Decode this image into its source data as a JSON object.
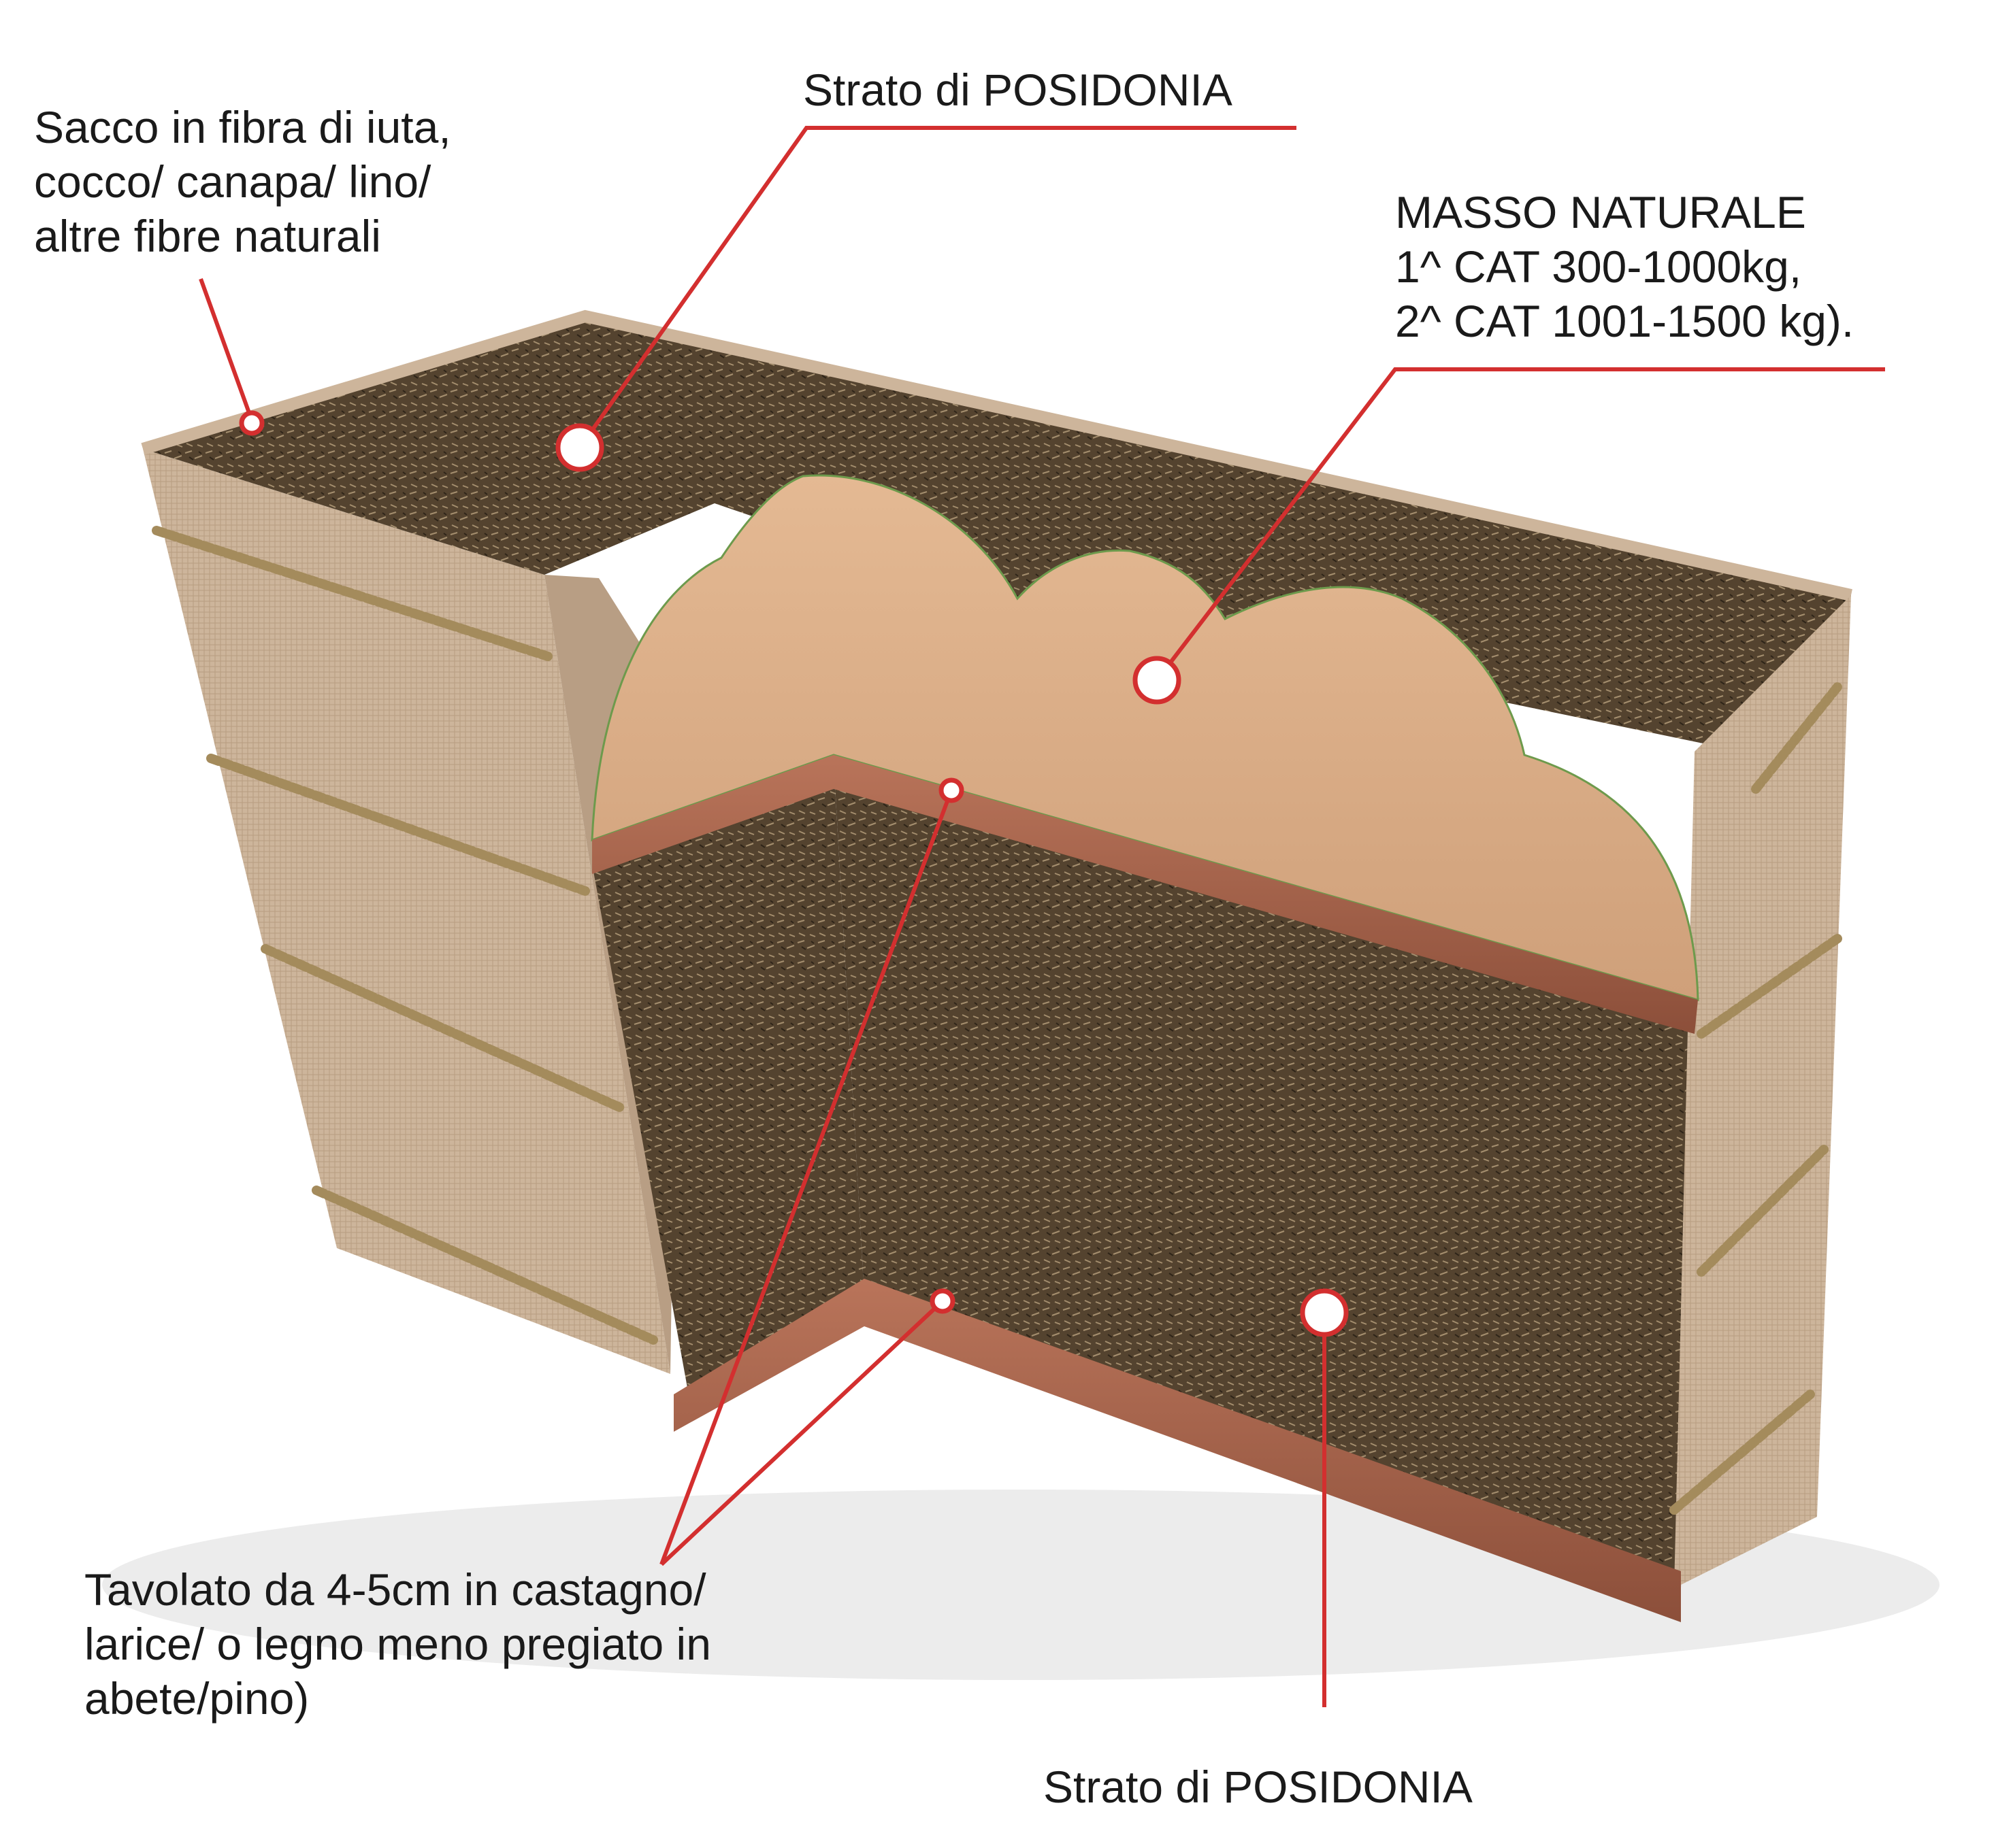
{
  "labels": {
    "sack": {
      "lines": [
        "Sacco in fibra di iuta,",
        "cocco/ canapa/ lino/",
        "altre fibre naturali"
      ]
    },
    "posidonia_top": {
      "text": "Strato di  POSIDONIA"
    },
    "stone": {
      "lines": [
        "MASSO  NATURALE",
        "1^ CAT 300-1000kg,",
        "2^ CAT 1001-1500 kg)."
      ]
    },
    "planks": {
      "lines": [
        "Tavolato da 4-5cm in castagno/",
        "larice/ o legno meno pregiato in",
        "abete/pino)"
      ]
    },
    "posidonia_bottom": {
      "text": "Strato di  POSIDONIA"
    }
  },
  "colors": {
    "leader_line": "#d32f2f",
    "jute": "#cdb49a",
    "posidonia": "#5c4a36",
    "stone": "#dcae86",
    "wood": "#a8654c",
    "rope": "#a48b5c"
  }
}
